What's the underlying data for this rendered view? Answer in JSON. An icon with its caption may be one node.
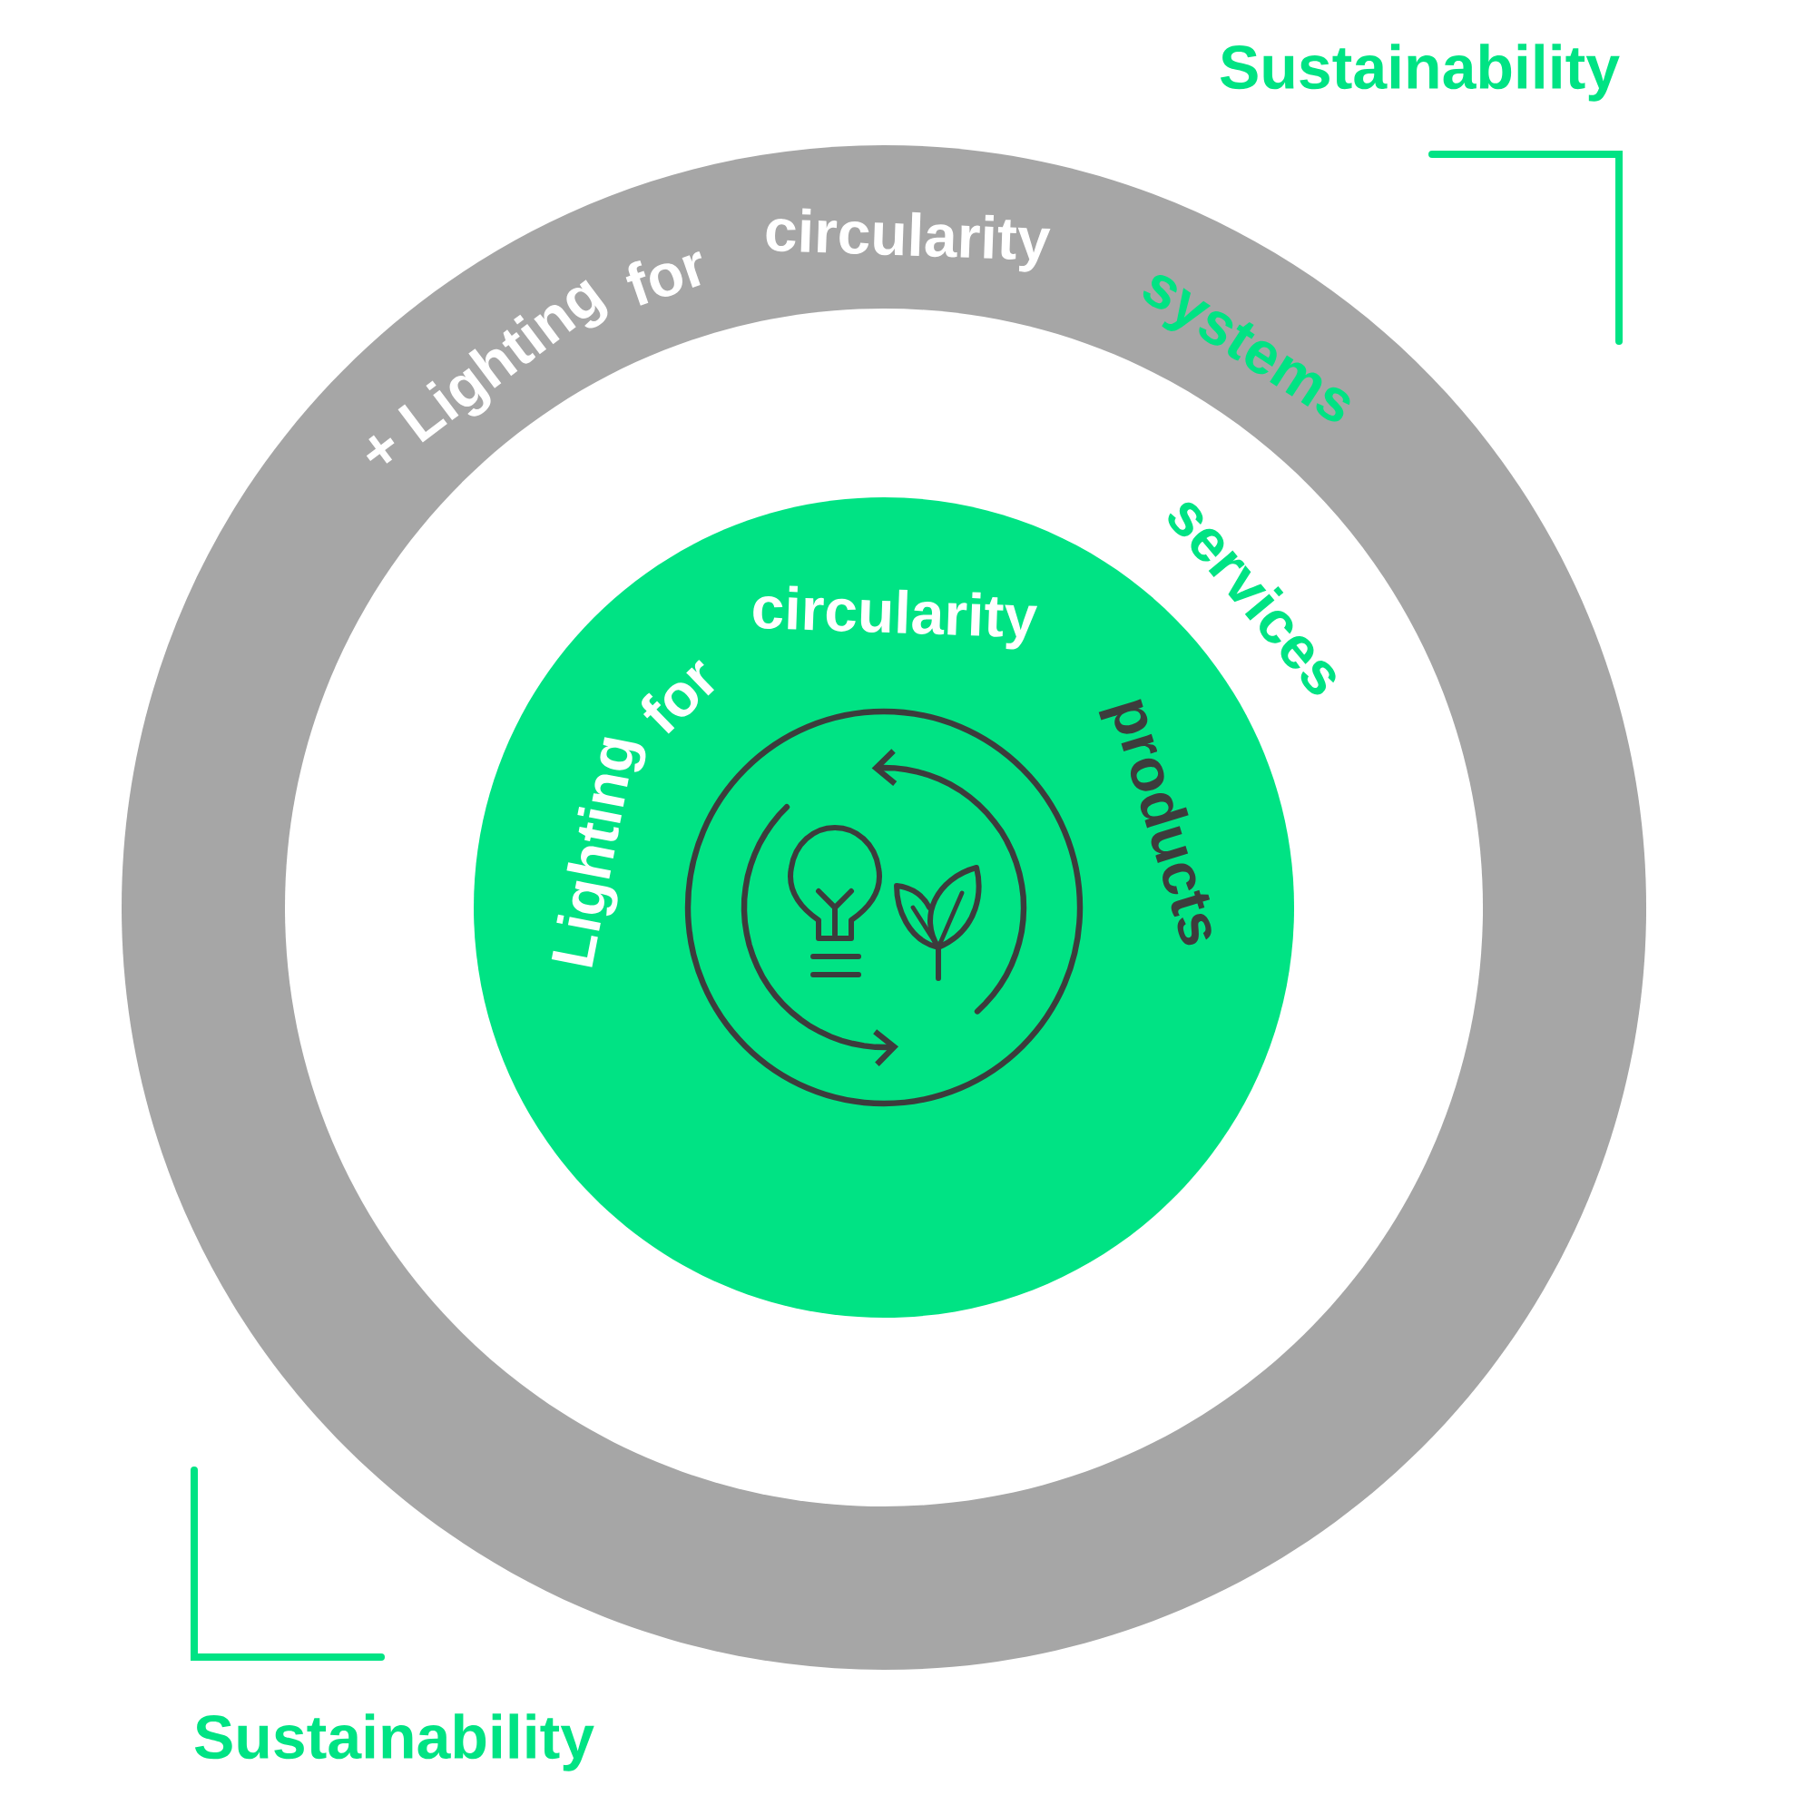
{
  "diagram": {
    "nodes": [
      {
        "text": [
          "+ Lighting",
          "for",
          "circularity",
          "systems"
        ]
      },
      {
        "text": [
          "services"
        ],
        "in": 0
      },
      {
        "text": [
          "Lighting",
          "for",
          "circularity",
          "products"
        ],
        "in": 1
      }
    ],
    "labels": [
      "Sustainability",
      "Sustainability"
    ]
  }
}
